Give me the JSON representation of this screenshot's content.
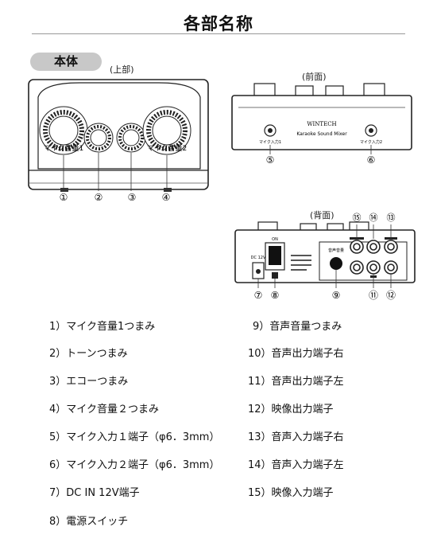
{
  "page": {
    "title": "各部名称",
    "badge": "本体"
  },
  "views": {
    "top_label": "(上部)",
    "front_label": "(前面)",
    "back_label": "(背面)"
  },
  "device_text": {
    "brand": "WINTECH",
    "model": "Karaoke Sound Mixer",
    "knob1": "マイク音量1",
    "knob4": "マイク音量2",
    "front_jack_left": "マイク入力1",
    "front_jack_right": "マイク入力2",
    "dc_label": "DC 12V",
    "switch_label": "ON",
    "volume_label": "音声音量"
  },
  "callouts": {
    "top": [
      "①",
      "②",
      "③",
      "④"
    ],
    "front": [
      "⑤",
      "⑥"
    ],
    "back_bottom": [
      "⑦",
      "⑧",
      "⑨",
      "⑪",
      "⑫"
    ],
    "back_top": [
      "⑮",
      "⑭",
      "⑬"
    ]
  },
  "parts_left": [
    "1）マイク音量1つまみ",
    "2）トーンつまみ",
    "3）エコーつまみ",
    "4）マイク音量２つまみ",
    "5）マイク入力１端子（φ6．3mm）",
    "6）マイク入力２端子（φ6．3mm）",
    "7）DC IN 12V端子",
    "8）電源スイッチ"
  ],
  "parts_right": [
    "9）音声音量つまみ",
    "10）音声出力端子右",
    "11）音声出力端子左",
    "12）映像出力端子",
    "13）音声入力端子右",
    "14）音声入力端子左",
    "15）映像入力端子"
  ]
}
